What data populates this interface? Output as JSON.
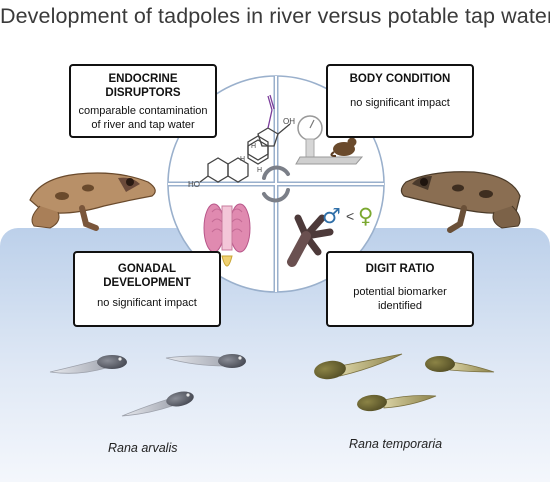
{
  "title": "Development of tadpoles in river versus potable tap water",
  "boxes": {
    "endocrine": {
      "heading": "ENDOCRINE DISRUPTORS",
      "line1": "comparable contamination",
      "line2": "of river and tap water"
    },
    "body": {
      "heading": "BODY CONDITION",
      "line1": "no significant impact"
    },
    "gonadal": {
      "heading1": "GONADAL",
      "heading2": "DEVELOPMENT",
      "line1": "no significant impact"
    },
    "digit": {
      "heading": "DIGIT RATIO",
      "line1": "potential biomarker",
      "line2": "identified"
    }
  },
  "symbols": {
    "male": "♂",
    "less_than": "<",
    "female": "♀"
  },
  "molecule_labels": {
    "oh_top": "OH",
    "ho_left": "HO",
    "h1": "H",
    "h2": "H",
    "h3": "H"
  },
  "species": {
    "left": "Rana arvalis",
    "right": "Rana temporaria"
  },
  "colors": {
    "water_top": "#bcd0ea",
    "quadrant_border": "#9ab0cc",
    "male_symbol": "#2f6fa8",
    "female_symbol": "#7aa82f"
  }
}
